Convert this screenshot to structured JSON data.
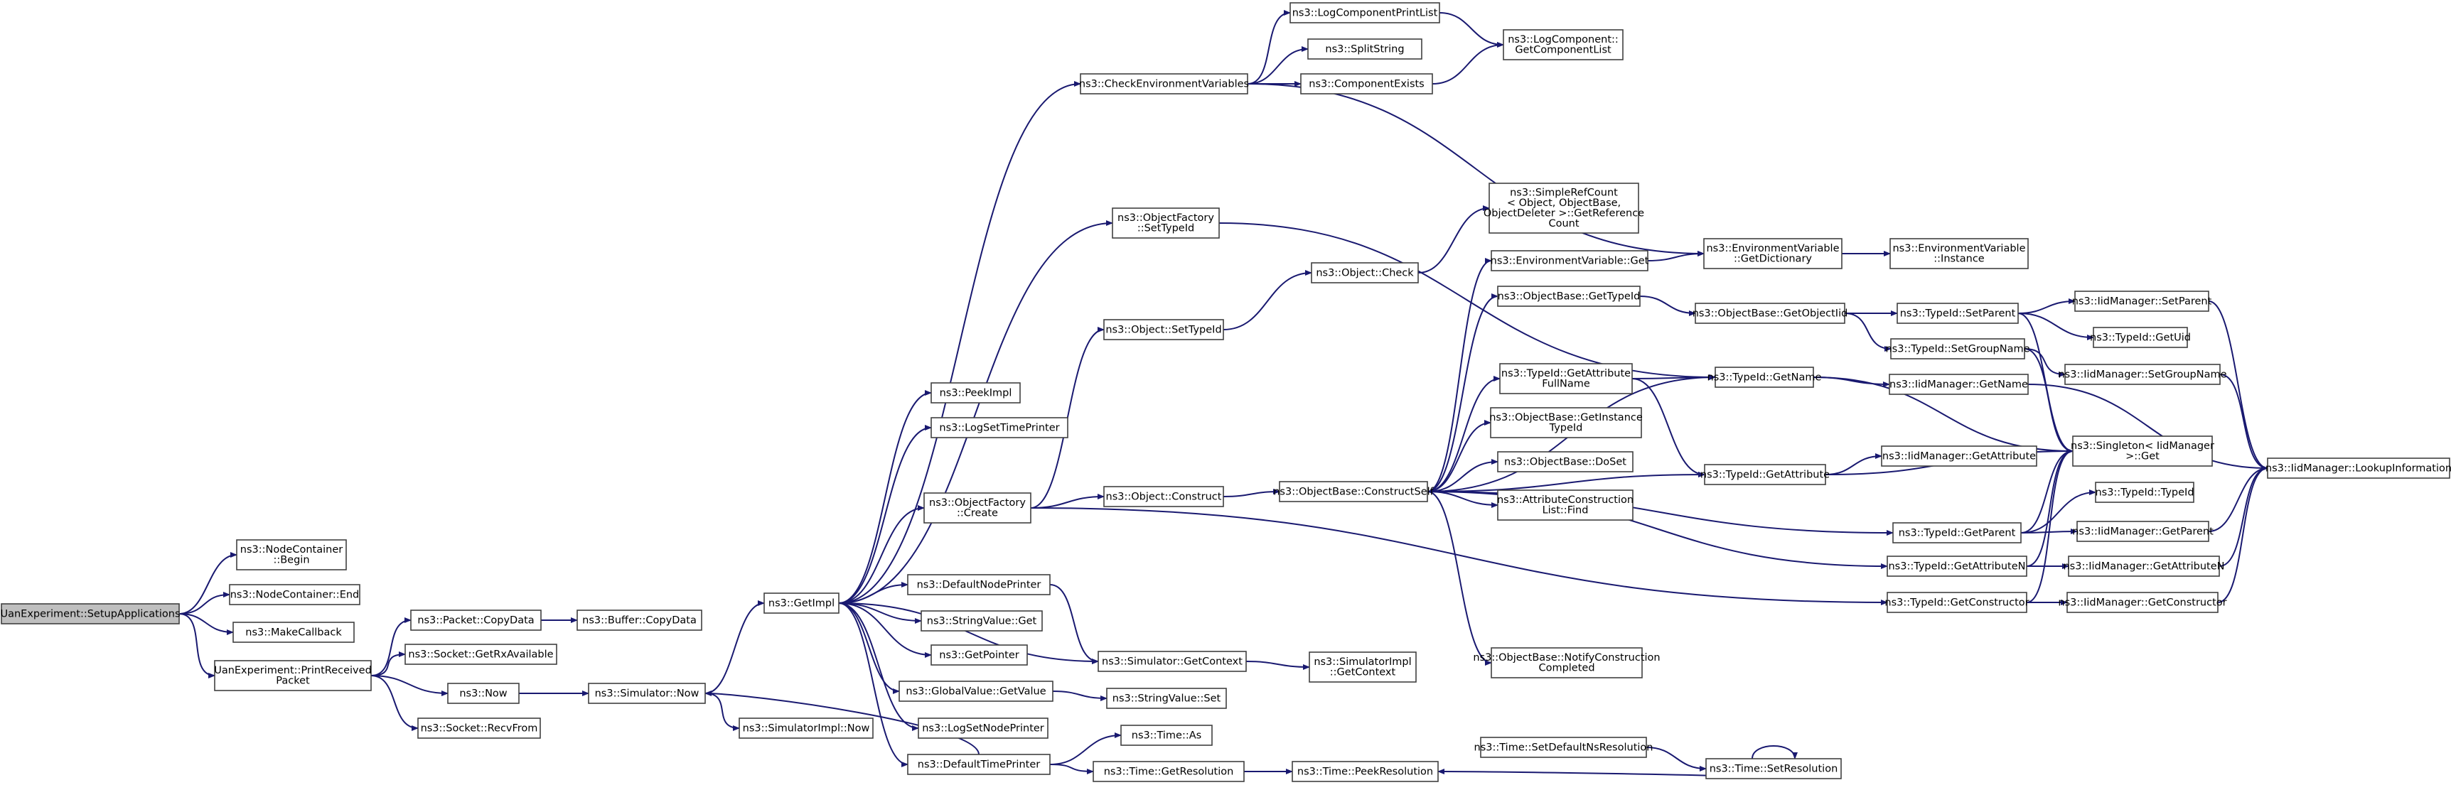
{
  "colors": {
    "edge": "#191970",
    "root_fill": "#bfbfbf",
    "node_fill": "#ffffff",
    "node_border": "#404040"
  },
  "nodes": [
    {
      "id": "setup",
      "lines": [
        "UanExperiment::SetupApplications"
      ],
      "root": true
    },
    {
      "id": "nc_begin",
      "lines": [
        "ns3::NodeContainer",
        "::Begin"
      ]
    },
    {
      "id": "nc_end",
      "lines": [
        "ns3::NodeContainer::End"
      ]
    },
    {
      "id": "makecb",
      "lines": [
        "ns3::MakeCallback"
      ]
    },
    {
      "id": "printrecv",
      "lines": [
        "UanExperiment::PrintReceived",
        "Packet"
      ]
    },
    {
      "id": "pkt_copy",
      "lines": [
        "ns3::Packet::CopyData"
      ]
    },
    {
      "id": "buf_copy",
      "lines": [
        "ns3::Buffer::CopyData"
      ]
    },
    {
      "id": "sock_rxavail",
      "lines": [
        "ns3::Socket::GetRxAvailable"
      ]
    },
    {
      "id": "now",
      "lines": [
        "ns3::Now"
      ]
    },
    {
      "id": "sock_recvfrom",
      "lines": [
        "ns3::Socket::RecvFrom"
      ]
    },
    {
      "id": "sim_now",
      "lines": [
        "ns3::Simulator::Now"
      ]
    },
    {
      "id": "simimpl_now",
      "lines": [
        "ns3::SimulatorImpl::Now"
      ]
    },
    {
      "id": "getimpl",
      "lines": [
        "ns3::GetImpl"
      ]
    },
    {
      "id": "peekimpl",
      "lines": [
        "ns3::PeekImpl"
      ]
    },
    {
      "id": "logsettp",
      "lines": [
        "ns3::LogSetTimePrinter"
      ]
    },
    {
      "id": "objfac_create",
      "lines": [
        "ns3::ObjectFactory",
        "::Create"
      ]
    },
    {
      "id": "defnodeprinter",
      "lines": [
        "ns3::DefaultNodePrinter"
      ]
    },
    {
      "id": "strval_get",
      "lines": [
        "ns3::StringValue::Get"
      ]
    },
    {
      "id": "getpointer",
      "lines": [
        "ns3::GetPointer"
      ]
    },
    {
      "id": "gv_getvalue",
      "lines": [
        "ns3::GlobalValue::GetValue"
      ]
    },
    {
      "id": "logsetnp",
      "lines": [
        "ns3::LogSetNodePrinter"
      ]
    },
    {
      "id": "deftimeprinter",
      "lines": [
        "ns3::DefaultTimePrinter"
      ]
    },
    {
      "id": "checkenv",
      "lines": [
        "ns3::CheckEnvironmentVariables"
      ]
    },
    {
      "id": "logcpl",
      "lines": [
        "ns3::LogComponentPrintList"
      ]
    },
    {
      "id": "splitstring",
      "lines": [
        "ns3::SplitString"
      ]
    },
    {
      "id": "compexists",
      "lines": [
        "ns3::ComponentExists"
      ]
    },
    {
      "id": "getcomplist",
      "lines": [
        "ns3::LogComponent::",
        "GetComponentList"
      ]
    },
    {
      "id": "objfac_settypeid",
      "lines": [
        "ns3::ObjectFactory",
        "::SetTypeId"
      ]
    },
    {
      "id": "obj_settypeid",
      "lines": [
        "ns3::Object::SetTypeId"
      ]
    },
    {
      "id": "obj_check",
      "lines": [
        "ns3::Object::Check"
      ]
    },
    {
      "id": "simplerefcount",
      "lines": [
        "ns3::SimpleRefCount",
        "< Object, ObjectBase,",
        "ObjectDeleter >::GetReference",
        "Count"
      ]
    },
    {
      "id": "obj_construct",
      "lines": [
        "ns3::Object::Construct"
      ]
    },
    {
      "id": "constructself",
      "lines": [
        "ns3::ObjectBase::ConstructSelf"
      ]
    },
    {
      "id": "sim_getcontext",
      "lines": [
        "ns3::Simulator::GetContext"
      ]
    },
    {
      "id": "simimpl_getcontext",
      "lines": [
        "ns3::SimulatorImpl",
        "::GetContext"
      ]
    },
    {
      "id": "strval_set",
      "lines": [
        "ns3::StringValue::Set"
      ]
    },
    {
      "id": "time_as",
      "lines": [
        "ns3::Time::As"
      ]
    },
    {
      "id": "time_getres",
      "lines": [
        "ns3::Time::GetResolution"
      ]
    },
    {
      "id": "time_peekres",
      "lines": [
        "ns3::Time::PeekResolution"
      ]
    },
    {
      "id": "time_setdefns",
      "lines": [
        "ns3::Time::SetDefaultNsResolution"
      ]
    },
    {
      "id": "time_setres",
      "lines": [
        "ns3::Time::SetResolution"
      ]
    },
    {
      "id": "envvar_get",
      "lines": [
        "ns3::EnvironmentVariable::Get"
      ]
    },
    {
      "id": "envvar_getdict",
      "lines": [
        "ns3::EnvironmentVariable",
        "::GetDictionary"
      ]
    },
    {
      "id": "envvar_instance",
      "lines": [
        "ns3::EnvironmentVariable",
        "::Instance"
      ]
    },
    {
      "id": "ob_gettypeid",
      "lines": [
        "ns3::ObjectBase::GetTypeId"
      ]
    },
    {
      "id": "ob_getobjectiid",
      "lines": [
        "ns3::ObjectBase::GetObjectIid"
      ]
    },
    {
      "id": "tid_getattrfullname",
      "lines": [
        "ns3::TypeId::GetAttribute",
        "FullName"
      ]
    },
    {
      "id": "ob_getinstancetypeid",
      "lines": [
        "ns3::ObjectBase::GetInstance",
        "TypeId"
      ]
    },
    {
      "id": "ob_doset",
      "lines": [
        "ns3::ObjectBase::DoSet"
      ]
    },
    {
      "id": "attrconstructlist",
      "lines": [
        "ns3::AttributeConstruction",
        "List::Find"
      ]
    },
    {
      "id": "ob_notify",
      "lines": [
        "ns3::ObjectBase::NotifyConstruction",
        "Completed"
      ]
    },
    {
      "id": "tid_getname",
      "lines": [
        "ns3::TypeId::GetName"
      ]
    },
    {
      "id": "tid_getattribute",
      "lines": [
        "ns3::TypeId::GetAttribute"
      ]
    },
    {
      "id": "tid_setparent",
      "lines": [
        "ns3::TypeId::SetParent"
      ]
    },
    {
      "id": "tid_setgroupname",
      "lines": [
        "ns3::TypeId::SetGroupName"
      ]
    },
    {
      "id": "iid_getname",
      "lines": [
        "ns3::IidManager::GetName"
      ]
    },
    {
      "id": "iid_getattribute",
      "lines": [
        "ns3::IidManager::GetAttribute"
      ]
    },
    {
      "id": "tid_getparent",
      "lines": [
        "ns3::TypeId::GetParent"
      ]
    },
    {
      "id": "tid_getattributen",
      "lines": [
        "ns3::TypeId::GetAttributeN"
      ]
    },
    {
      "id": "tid_getconstructor",
      "lines": [
        "ns3::TypeId::GetConstructor"
      ]
    },
    {
      "id": "singleton_get",
      "lines": [
        "ns3::Singleton< IidManager",
        ">::Get"
      ]
    },
    {
      "id": "iid_setparent",
      "lines": [
        "ns3::IidManager::SetParent"
      ]
    },
    {
      "id": "tid_getuid",
      "lines": [
        "ns3::TypeId::GetUid"
      ]
    },
    {
      "id": "iid_setgroupname",
      "lines": [
        "ns3::IidManager::SetGroupName"
      ]
    },
    {
      "id": "tid_typeid",
      "lines": [
        "ns3::TypeId::TypeId"
      ]
    },
    {
      "id": "iid_getparent",
      "lines": [
        "ns3::IidManager::GetParent"
      ]
    },
    {
      "id": "iid_getattributen",
      "lines": [
        "ns3::IidManager::GetAttributeN"
      ]
    },
    {
      "id": "iid_getconstructor",
      "lines": [
        "ns3::IidManager::GetConstructor"
      ]
    },
    {
      "id": "iid_lookupinfo",
      "lines": [
        "ns3::IidManager::LookupInformation"
      ]
    }
  ],
  "edges": [
    [
      "setup",
      "nc_begin"
    ],
    [
      "setup",
      "nc_end"
    ],
    [
      "setup",
      "makecb"
    ],
    [
      "setup",
      "printrecv"
    ],
    [
      "printrecv",
      "pkt_copy"
    ],
    [
      "printrecv",
      "sock_rxavail"
    ],
    [
      "printrecv",
      "now"
    ],
    [
      "printrecv",
      "sock_recvfrom"
    ],
    [
      "pkt_copy",
      "buf_copy"
    ],
    [
      "now",
      "sim_now"
    ],
    [
      "sim_now",
      "getimpl"
    ],
    [
      "sim_now",
      "simimpl_now"
    ],
    [
      "getimpl",
      "peekimpl"
    ],
    [
      "getimpl",
      "logsettp"
    ],
    [
      "getimpl",
      "objfac_create"
    ],
    [
      "getimpl",
      "defnodeprinter"
    ],
    [
      "getimpl",
      "strval_get"
    ],
    [
      "getimpl",
      "getpointer"
    ],
    [
      "getimpl",
      "gv_getvalue"
    ],
    [
      "getimpl",
      "logsetnp"
    ],
    [
      "getimpl",
      "deftimeprinter"
    ],
    [
      "getimpl",
      "sim_getcontext"
    ],
    [
      "getimpl",
      "checkenv"
    ],
    [
      "getimpl",
      "objfac_settypeid"
    ],
    [
      "checkenv",
      "logcpl"
    ],
    [
      "checkenv",
      "splitstring"
    ],
    [
      "checkenv",
      "compexists"
    ],
    [
      "checkenv",
      "envvar_getdict"
    ],
    [
      "logcpl",
      "getcomplist"
    ],
    [
      "compexists",
      "getcomplist"
    ],
    [
      "objfac_settypeid",
      "tid_getname"
    ],
    [
      "objfac_create",
      "obj_settypeid"
    ],
    [
      "objfac_create",
      "obj_construct"
    ],
    [
      "objfac_create",
      "tid_getconstructor"
    ],
    [
      "obj_settypeid",
      "obj_check"
    ],
    [
      "obj_check",
      "simplerefcount"
    ],
    [
      "obj_construct",
      "constructself"
    ],
    [
      "defnodeprinter",
      "sim_getcontext"
    ],
    [
      "sim_getcontext",
      "simimpl_getcontext"
    ],
    [
      "gv_getvalue",
      "strval_set"
    ],
    [
      "deftimeprinter",
      "time_as"
    ],
    [
      "deftimeprinter",
      "time_getres"
    ],
    [
      "deftimeprinter",
      "sim_now"
    ],
    [
      "time_getres",
      "time_peekres"
    ],
    [
      "time_setdefns",
      "time_setres"
    ],
    [
      "time_setres",
      "time_peekres"
    ],
    [
      "time_setres",
      "time_setres"
    ],
    [
      "constructself",
      "envvar_get"
    ],
    [
      "constructself",
      "ob_gettypeid"
    ],
    [
      "constructself",
      "tid_getname"
    ],
    [
      "constructself",
      "tid_getattrfullname"
    ],
    [
      "constructself",
      "ob_getinstancetypeid"
    ],
    [
      "constructself",
      "ob_doset"
    ],
    [
      "constructself",
      "attrconstructlist"
    ],
    [
      "constructself",
      "ob_notify"
    ],
    [
      "constructself",
      "tid_getattribute"
    ],
    [
      "constructself",
      "tid_getparent"
    ],
    [
      "constructself",
      "tid_getattributen"
    ],
    [
      "envvar_get",
      "envvar_getdict"
    ],
    [
      "envvar_getdict",
      "envvar_instance"
    ],
    [
      "ob_gettypeid",
      "ob_getobjectiid"
    ],
    [
      "ob_getobjectiid",
      "tid_setparent"
    ],
    [
      "ob_getobjectiid",
      "tid_setgroupname"
    ],
    [
      "tid_getattrfullname",
      "tid_getname"
    ],
    [
      "tid_getattrfullname",
      "tid_getattribute"
    ],
    [
      "tid_getname",
      "iid_getname"
    ],
    [
      "tid_getname",
      "singleton_get"
    ],
    [
      "tid_getattribute",
      "iid_getattribute"
    ],
    [
      "tid_getattribute",
      "singleton_get"
    ],
    [
      "tid_setparent",
      "iid_setparent"
    ],
    [
      "tid_setparent",
      "tid_getuid"
    ],
    [
      "tid_setparent",
      "singleton_get"
    ],
    [
      "tid_setgroupname",
      "iid_setgroupname"
    ],
    [
      "tid_setgroupname",
      "singleton_get"
    ],
    [
      "tid_getparent",
      "tid_typeid"
    ],
    [
      "tid_getparent",
      "iid_getparent"
    ],
    [
      "tid_getparent",
      "singleton_get"
    ],
    [
      "tid_getattributen",
      "iid_getattributen"
    ],
    [
      "tid_getattributen",
      "singleton_get"
    ],
    [
      "tid_getconstructor",
      "iid_getconstructor"
    ],
    [
      "tid_getconstructor",
      "singleton_get"
    ],
    [
      "iid_setparent",
      "iid_lookupinfo"
    ],
    [
      "iid_setgroupname",
      "iid_lookupinfo"
    ],
    [
      "iid_getname",
      "iid_lookupinfo"
    ],
    [
      "iid_getparent",
      "iid_lookupinfo"
    ],
    [
      "iid_getattributen",
      "iid_lookupinfo"
    ],
    [
      "iid_getconstructor",
      "iid_lookupinfo"
    ]
  ]
}
